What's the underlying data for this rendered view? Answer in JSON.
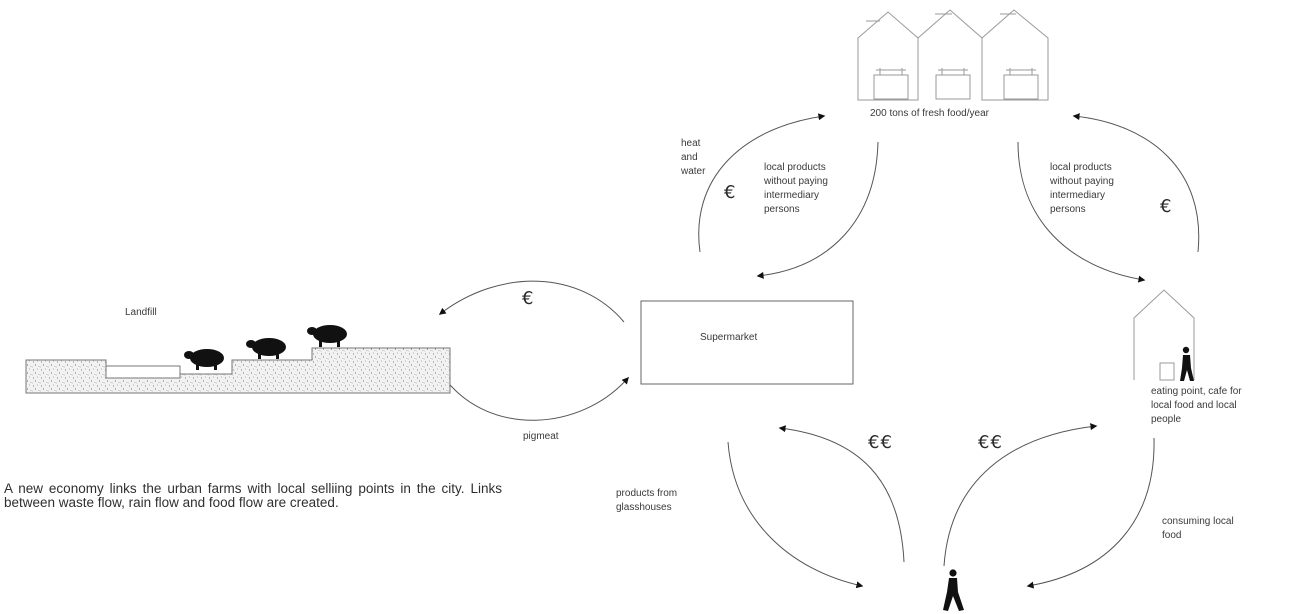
{
  "diagram": {
    "farms_output": "200 tons of fresh food/year",
    "heat_water": [
      "heat",
      "and",
      "water"
    ],
    "local_products_left": [
      "local products",
      "without paying",
      "intermediary",
      "persons"
    ],
    "local_products_right": [
      "local products",
      "without paying",
      "intermediary",
      "persons"
    ],
    "landfill": "Landfill",
    "supermarket": "Supermarket",
    "pigmeat": "pigmeat",
    "eating_point": [
      "eating point, cafe for",
      "local food and local",
      "people"
    ],
    "products_from_glasshouses": [
      "products from",
      "glasshouses"
    ],
    "consuming_local_food": [
      "consuming local",
      "food"
    ],
    "currency_single": "€",
    "currency_double": "€€",
    "caption": "A new economy links the urban farms with local selliing points in the city. Links between waste flow, rain flow and food flow are created."
  }
}
